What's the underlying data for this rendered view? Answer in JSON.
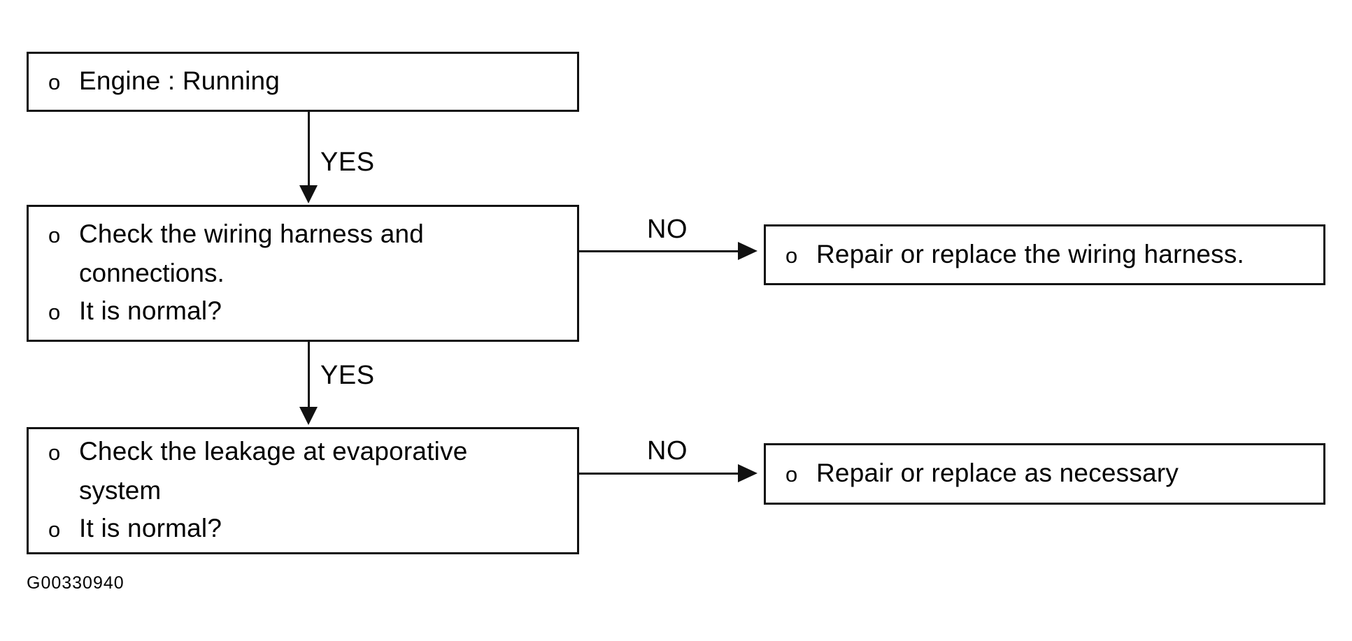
{
  "figure": {
    "caption": "G00330940",
    "bullet_glyph": "o"
  },
  "nodes": {
    "engine_running": {
      "lines": [
        "Engine : Running"
      ],
      "bullets": [
        true
      ]
    },
    "check_wiring": {
      "lines": [
        "Check the wiring harness and",
        "connections.",
        "It is normal?"
      ],
      "bullets": [
        true,
        false,
        true
      ]
    },
    "repair_wiring": {
      "lines": [
        "Repair or replace the wiring harness."
      ],
      "bullets": [
        true
      ]
    },
    "check_leakage": {
      "lines": [
        "Check the leakage at evaporative",
        "system",
        "It is normal?"
      ],
      "bullets": [
        true,
        false,
        true
      ]
    },
    "repair_necessary": {
      "lines": [
        "Repair or replace as necessary"
      ],
      "bullets": [
        true
      ]
    }
  },
  "edges": {
    "engine_to_wiring": "YES",
    "wiring_to_repair": "NO",
    "wiring_to_leakage": "YES",
    "leakage_to_repair": "NO"
  },
  "colors": {
    "stroke": "#111111",
    "background": "#ffffff",
    "text": "#000000"
  }
}
